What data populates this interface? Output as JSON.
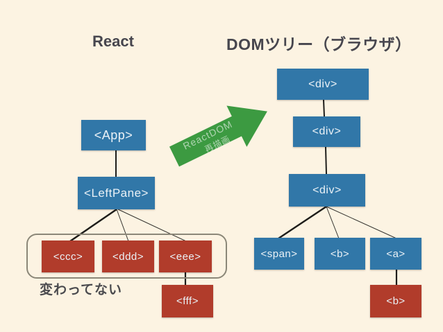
{
  "titles": {
    "left": "React",
    "right": "DOMツリー（ブラウザ）"
  },
  "annotation": {
    "unchanged_label": "変わってない"
  },
  "arrow": {
    "line1": "ReactDOM",
    "line2": "再描画",
    "color": "#3c9a41"
  },
  "colors": {
    "background": "#fcf3e2",
    "node_blue": "#3177a8",
    "node_red": "#b13c2b",
    "edge": "#1e1d1a",
    "group_outline": "#8b8778",
    "title_text": "#47464e"
  },
  "react_tree": {
    "nodes": [
      {
        "id": "app",
        "label": "<App>",
        "parent": null,
        "color": "blue"
      },
      {
        "id": "leftpane",
        "label": "<LeftPane>",
        "parent": "app",
        "color": "blue"
      },
      {
        "id": "ccc",
        "label": "<ccc>",
        "parent": "leftpane",
        "color": "red"
      },
      {
        "id": "ddd",
        "label": "<ddd>",
        "parent": "leftpane",
        "color": "red"
      },
      {
        "id": "eee",
        "label": "<eee>",
        "parent": "leftpane",
        "color": "red"
      },
      {
        "id": "fff",
        "label": "<fff>",
        "parent": "eee",
        "color": "red"
      }
    ]
  },
  "dom_tree": {
    "nodes": [
      {
        "id": "div1",
        "label": "<div>",
        "parent": null,
        "color": "blue"
      },
      {
        "id": "div2",
        "label": "<div>",
        "parent": "div1",
        "color": "blue"
      },
      {
        "id": "div3",
        "label": "<div>",
        "parent": "div2",
        "color": "blue"
      },
      {
        "id": "span",
        "label": "<span>",
        "parent": "div3",
        "color": "blue"
      },
      {
        "id": "b1",
        "label": "<b>",
        "parent": "div3",
        "color": "blue"
      },
      {
        "id": "a",
        "label": "<a>",
        "parent": "div3",
        "color": "blue"
      },
      {
        "id": "b2",
        "label": "<b>",
        "parent": "a",
        "color": "red"
      }
    ]
  }
}
